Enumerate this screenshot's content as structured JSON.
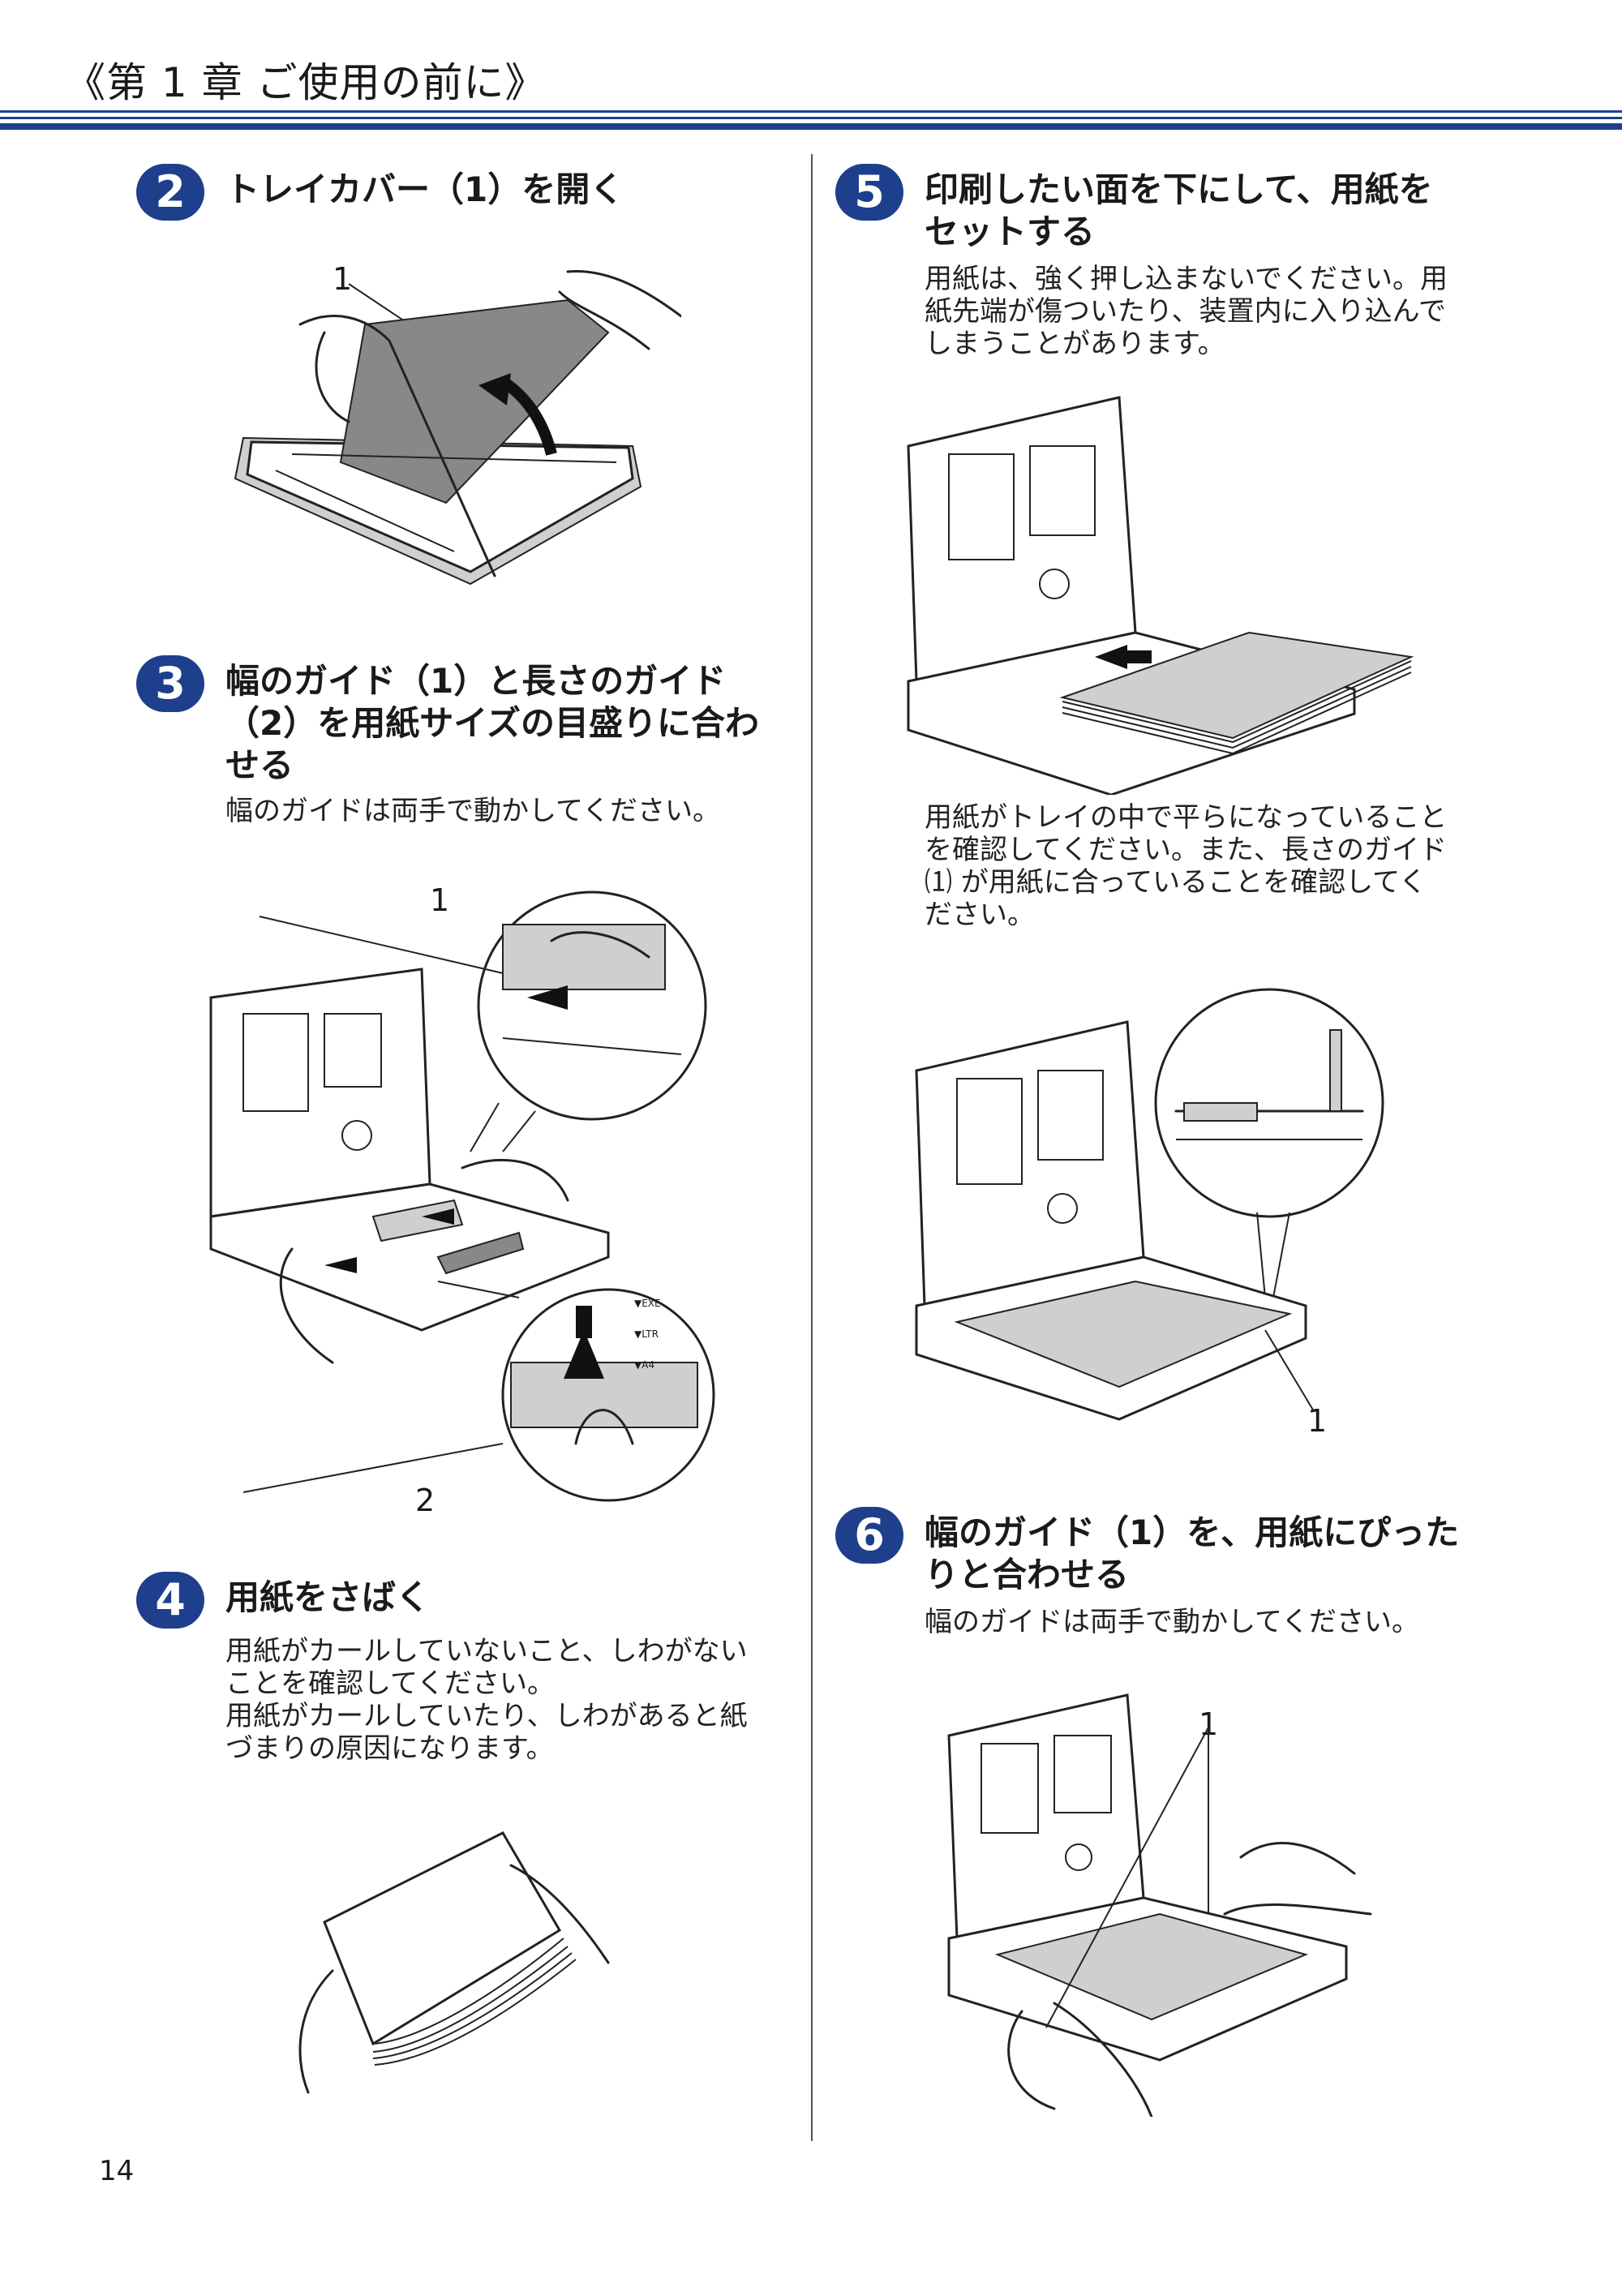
{
  "header": {
    "title": "《第 1 章 ご使用の前に》"
  },
  "page_number": "14",
  "steps": [
    {
      "number": "2",
      "title_lines": [
        "トレイカバー（1）を開く"
      ],
      "body_lines": []
    },
    {
      "number": "3",
      "title_lines": [
        "幅のガイド（1）と長さのガイド",
        "（2）を用紙サイズの目盛りに合わ",
        "せる"
      ],
      "body_lines": [
        "幅のガイドは両手で動かしてください。"
      ]
    },
    {
      "number": "4",
      "title_lines": [
        "用紙をさばく"
      ],
      "body_lines": [
        "用紙がカールしていないこと、しわがない",
        "ことを確認してください。",
        "用紙がカールしていたり、しわがあると紙",
        "づまりの原因になります。"
      ]
    },
    {
      "number": "5",
      "title_lines": [
        "印刷したい面を下にして、用紙を",
        "セットする"
      ],
      "body_lines": [
        "用紙は、強く押し込まないでください。用",
        "紙先端が傷ついたり、装置内に入り込んで",
        "しまうことがあります。"
      ],
      "note_lines": [
        "用紙がトレイの中で平らになっていること",
        "を確認してください。また、長さのガイド",
        "⑴ が用紙に合っていることを確認してく",
        "ださい。"
      ]
    },
    {
      "number": "6",
      "title_lines": [
        "幅のガイド（1）を、用紙にぴった",
        "りと合わせる"
      ],
      "body_lines": [
        "幅のガイドは両手で動かしてください。"
      ]
    }
  ],
  "callouts": {
    "s2": "1",
    "s3a": "1",
    "s3b": "2",
    "s5": "1",
    "s6": "1"
  },
  "tray_labels": {
    "exe": "▼EXE",
    "ltr": "▼LTR",
    "a4": "▼A4"
  },
  "colors": {
    "badge": "#1d3f8c",
    "rule": "#1d3f8c"
  }
}
